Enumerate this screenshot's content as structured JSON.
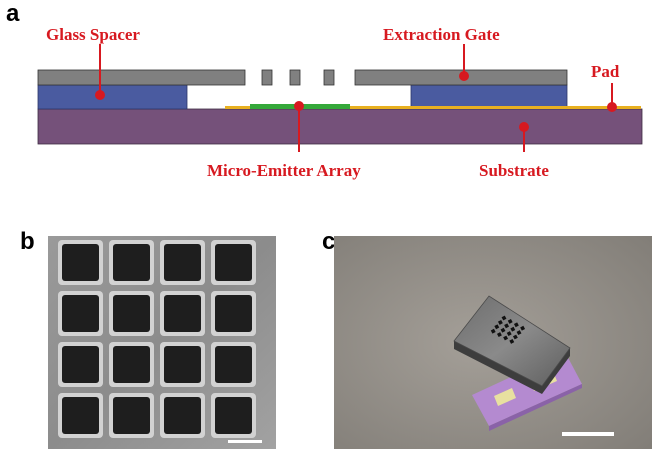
{
  "panels": {
    "a": {
      "letter": "a"
    },
    "b": {
      "letter": "b"
    },
    "c": {
      "letter": "c"
    }
  },
  "labels": {
    "glass_spacer": "Glass Spacer",
    "extraction_gate": "Extraction Gate",
    "pad": "Pad",
    "micro_emitter_array": "Micro-Emitter Array",
    "substrate": "Substrate"
  },
  "colors": {
    "callout_red": "#d71920",
    "gate_gray": "#808080",
    "spacer_blue": "#4a5ba0",
    "substrate_purple": "#75517a",
    "pad_yellow": "#e8b020",
    "emitter_green": "#35a83a"
  },
  "sem_grid": {
    "rows": 4,
    "cols": 4
  },
  "photo_grid": {
    "rows": 4,
    "cols": 4
  }
}
